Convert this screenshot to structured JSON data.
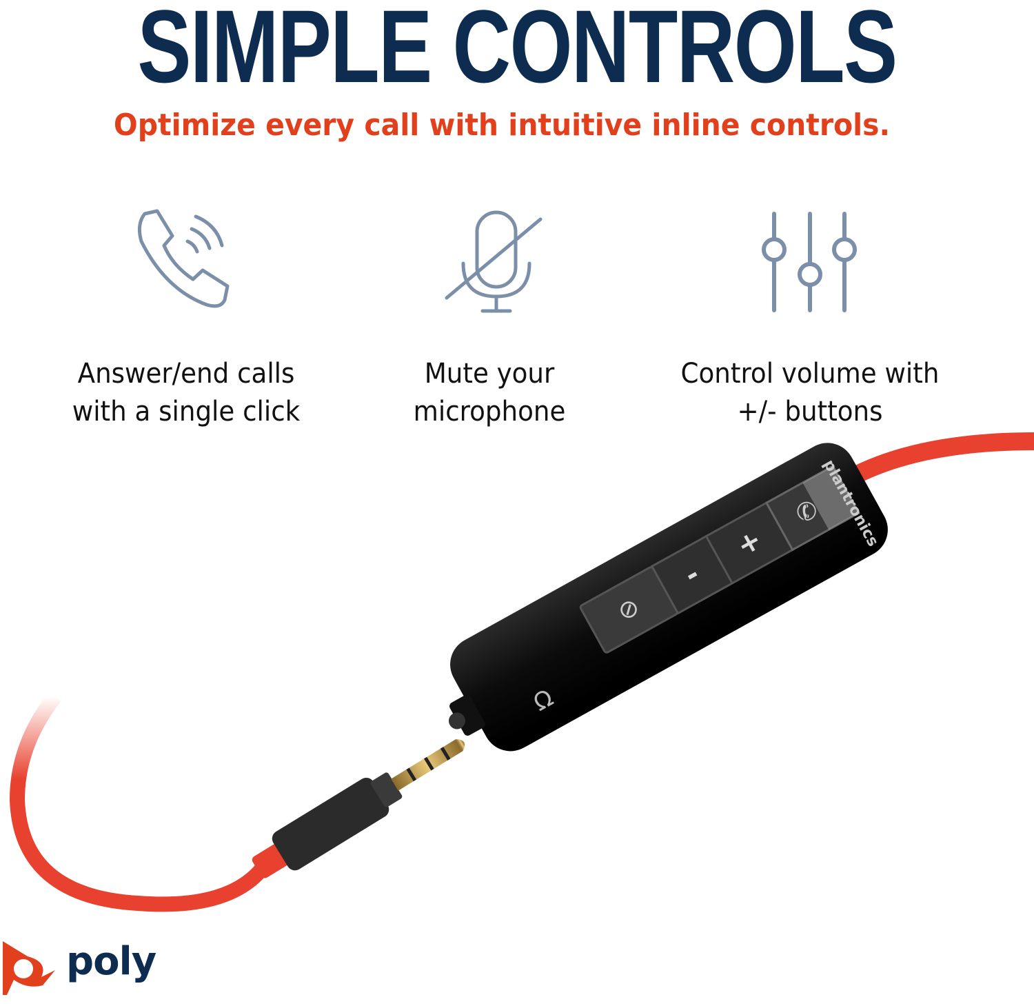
{
  "header": {
    "title": "SIMPLE CONTROLS",
    "subtitle": "Optimize every call with intuitive inline controls."
  },
  "features": [
    {
      "icon": "phone-ringing-icon",
      "line1": "Answer/end calls",
      "line2": "with a single click"
    },
    {
      "icon": "microphone-muted-icon",
      "line1": "Mute your",
      "line2": "microphone"
    },
    {
      "icon": "sliders-icon",
      "line1": "Control volume with",
      "line2": "+/- buttons"
    }
  ],
  "product": {
    "brand_on_device": "plantronics",
    "buttons": [
      "mute",
      "-",
      "+",
      "call"
    ]
  },
  "brand": {
    "logo_text": "poly"
  },
  "colors": {
    "title": "#0d2c4f",
    "subtitle": "#e2401c",
    "icon": "#7b8fa8",
    "cable": "#e8412f",
    "device": "#111111"
  }
}
